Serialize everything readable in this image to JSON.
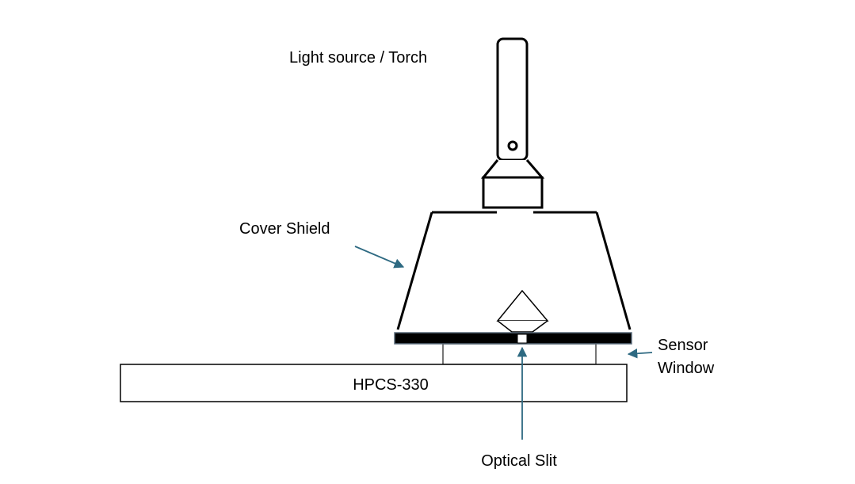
{
  "labels": {
    "light_source": "Light source / Torch",
    "cover_shield": "Cover Shield",
    "sensor_window_line1": "Sensor",
    "sensor_window_line2": "Window",
    "device": "HPCS-330",
    "optical_slit": "Optical Slit"
  },
  "colors": {
    "outline": "#000000",
    "arrow": "#2E6A82",
    "background": "#ffffff"
  },
  "icons": {
    "light_source": "torch-icon",
    "prism": "prism-icon"
  }
}
